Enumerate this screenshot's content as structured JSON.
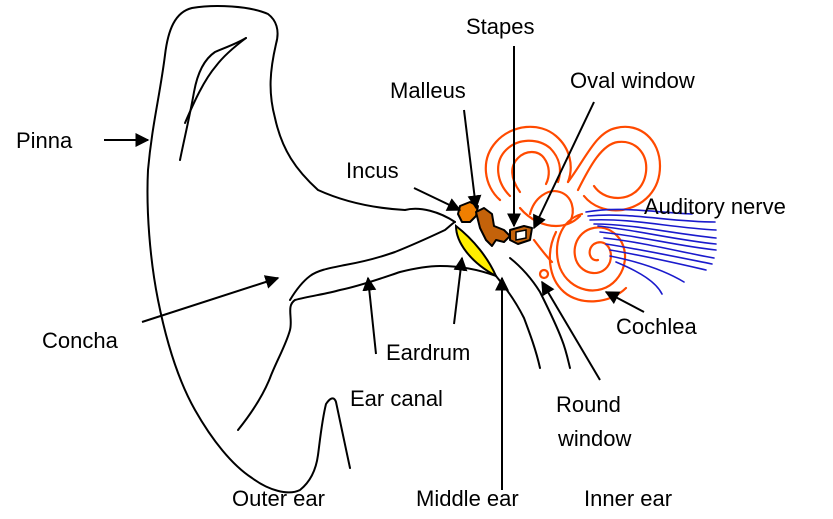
{
  "labels": {
    "pinna": "Pinna",
    "concha": "Concha",
    "incus": "Incus",
    "malleus": "Malleus",
    "stapes": "Stapes",
    "oval_window": "Oval window",
    "auditory_nerve": "Auditory nerve",
    "cochlea": "Cochlea",
    "eardrum": "Eardrum",
    "ear_canal": "Ear canal",
    "round_window_1": "Round",
    "round_window_2": "window",
    "outer_ear": "Outer ear",
    "middle_ear": "Middle ear",
    "inner_ear": "Inner ear"
  },
  "colors": {
    "outline": "#000000",
    "labyrinth": "#ff4a00",
    "nerve": "#1a1acc",
    "incus_fill": "#f07f00",
    "malleus_fill": "#c4620a",
    "stapes_fill": "#c4620a",
    "eardrum_fill": "#ffee00"
  }
}
